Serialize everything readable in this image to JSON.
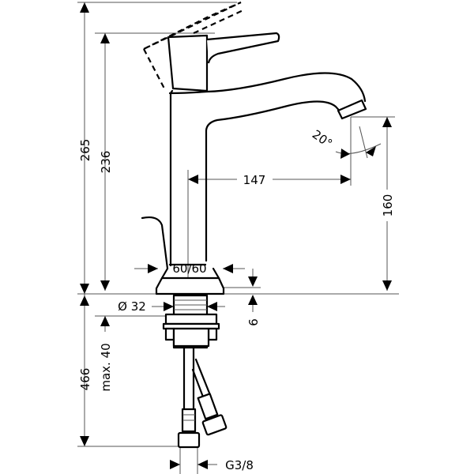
{
  "dimensions": {
    "total_height": "265",
    "spout_top_height": "236",
    "spout_reach": "147",
    "spray_angle": "20°",
    "spout_outlet_height": "160",
    "handle_rotation": "60/60",
    "mounting_hole_diameter": "Ø 32",
    "base_height": "6",
    "hose_length": "466",
    "max_deck_thickness": "max. 40",
    "connection_thread": "G3/8"
  }
}
